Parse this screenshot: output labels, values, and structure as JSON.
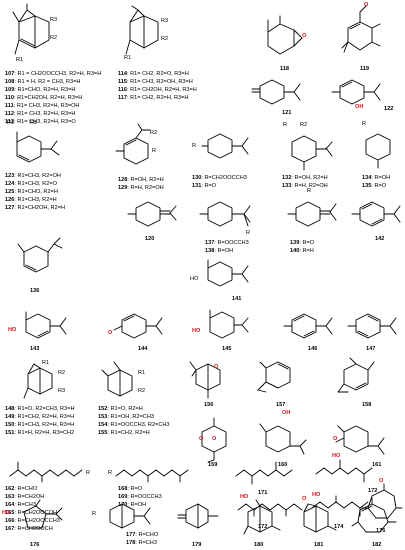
{
  "rows": {
    "row1_left": [
      "107: R1 = CH2OOCCH3, R2=H, R3=H",
      "108: R1 = H, R2 = CH3, R3=H",
      "109: R1=CHO, R2=H, R3=H",
      "110: R1=CH2OH, R2=H, R3=H",
      "111: R1= CH3, R2=H, R3=OH",
      "112: R1= CH3, R2=H, R3=H",
      "113: R1= CH3, R2=H, R3=O"
    ],
    "row1_mid": [
      "114: R1= CH2, R2=O, R3=H",
      "115: R1= CH3, R2=OH, R3=H",
      "116: R1= CH2OH, R2=H, R3=H",
      "117: R1= CH2, R2=H, R3=H"
    ],
    "row2_left": [
      "123: R1=CH3, R2=OH",
      "124: R1=CH3, R2=O",
      "125: R1=CHO, R2=H",
      "126: R1=CH3, R2=H",
      "127: R1=CH2OH, R2=H"
    ],
    "row2_mid": [
      "128: R=OH, R2=H",
      "129: R=H, R2=OH"
    ],
    "row2_r1": [
      "130: R=CH2OOCCH3",
      "131: R=O"
    ],
    "row2_r2": [
      "132: R=OH, R2=H",
      "133: R=H, R2=OH"
    ],
    "row2_r3": [
      "134: R=OH",
      "135: R=O"
    ],
    "row3_a": [
      "137: R=OOCCH3",
      "138: R=OH"
    ],
    "row3_b": [
      "139: R=O",
      "140: R=H"
    ],
    "row5_left": [
      "148: R1=O, R2=CH3, R3=H",
      "149: R1=CH2, R2=H, R3=H",
      "150: R1=CH3, R2=H, R3=H",
      "151: R1=H, R2=H, R3=CH2"
    ],
    "row5_mid": [
      "152: R1=O, R2=H",
      "153: R1=OH, R2=CH3",
      "154: R1=OOCCH3, R2=CH3",
      "155: R1=CH2, R2=H"
    ],
    "row6_left": [
      "162: R=CHO",
      "163: R=CH2OH",
      "164: R=CH3",
      "165: R=CH2OOCOH",
      "166: R=CH2OOCCH3",
      "167: R=CH2OOCH"
    ],
    "row6_mid": [
      "168: R=O",
      "169: R=OOCCH3",
      "170: R=OH"
    ],
    "row7": [
      "177: R=CHO",
      "178: R=CH3"
    ]
  },
  "ids": {
    "n118": "118",
    "n119": "119",
    "n120": "120",
    "n121": "121",
    "n122": "122",
    "n136": "136",
    "n141": "141",
    "n142": "142",
    "n143": "143",
    "n144": "144",
    "n145": "145",
    "n146": "146",
    "n147": "147",
    "n156": "156",
    "n157": "157",
    "n158": "158",
    "n159": "159",
    "n160": "160",
    "n161": "161",
    "n171": "171",
    "n172a": "172",
    "n172b": "172",
    "n174": "174",
    "n175": "175",
    "n176": "176",
    "n179": "179",
    "n180": "180",
    "n181": "181",
    "n182": "182"
  },
  "labels": {
    "R1": "R1",
    "R2": "R2",
    "R3": "R3",
    "R": "R",
    "O": "O",
    "OH": "OH",
    "HO": "HO"
  },
  "colors": {
    "oxygen": "#e0101a",
    "bond": "#000000"
  }
}
